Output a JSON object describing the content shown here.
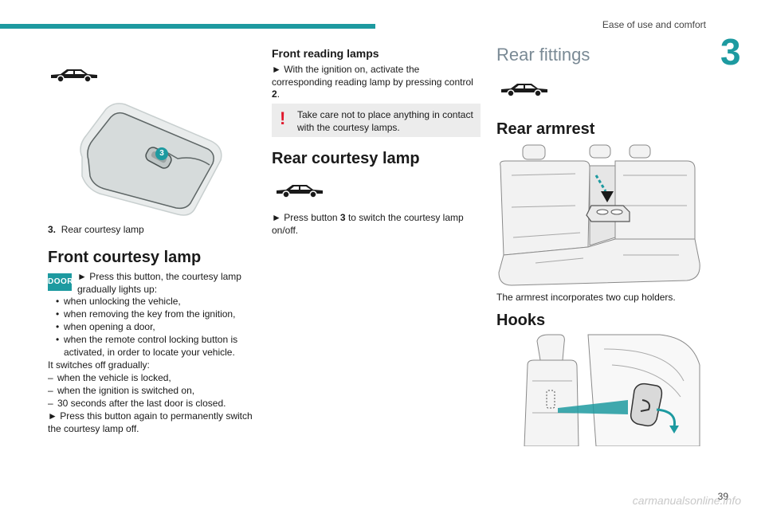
{
  "header": {
    "section_title": "Ease of use and comfort",
    "chapter_number": "3",
    "page_number": "39"
  },
  "watermark": "carmanualsonline.info",
  "col1": {
    "figure_callout": "3",
    "caption_num": "3.",
    "caption_text": "Rear courtesy lamp",
    "front_courtesy": {
      "heading": "Front courtesy lamp",
      "badge": "DOOR",
      "intro": "► Press this button, the courtesy lamp gradually lights up:",
      "bullets": [
        "when unlocking the vehicle,",
        "when removing the key from the ignition,",
        "when opening a door,",
        "when the remote control locking button is activated, in order to locate your vehicle."
      ],
      "switch_off": "It switches off gradually:",
      "dashes": [
        "when the vehicle is locked,",
        "when the ignition is switched on,",
        "30 seconds after the last door is closed."
      ],
      "final": "► Press this button again to permanently switch the courtesy lamp off."
    }
  },
  "col2": {
    "reading": {
      "heading": "Front reading lamps",
      "text_a": "► With the ignition on, activate the corresponding reading lamp by pressing control",
      "text_b": "2",
      "text_c": "."
    },
    "warning": "Take care not to place anything in contact with the courtesy lamps.",
    "rear_courtesy": {
      "heading": "Rear courtesy lamp",
      "text_a": "► Press button ",
      "text_b": "3",
      "text_c": " to switch the courtesy lamp on/off."
    }
  },
  "col3": {
    "title": "Rear fittings",
    "armrest_heading": "Rear armrest",
    "armrest_text": "The armrest incorporates two cup holders.",
    "hooks_heading": "Hooks"
  },
  "colors": {
    "accent": "#1d9aa0",
    "warning": "#e0162b"
  }
}
